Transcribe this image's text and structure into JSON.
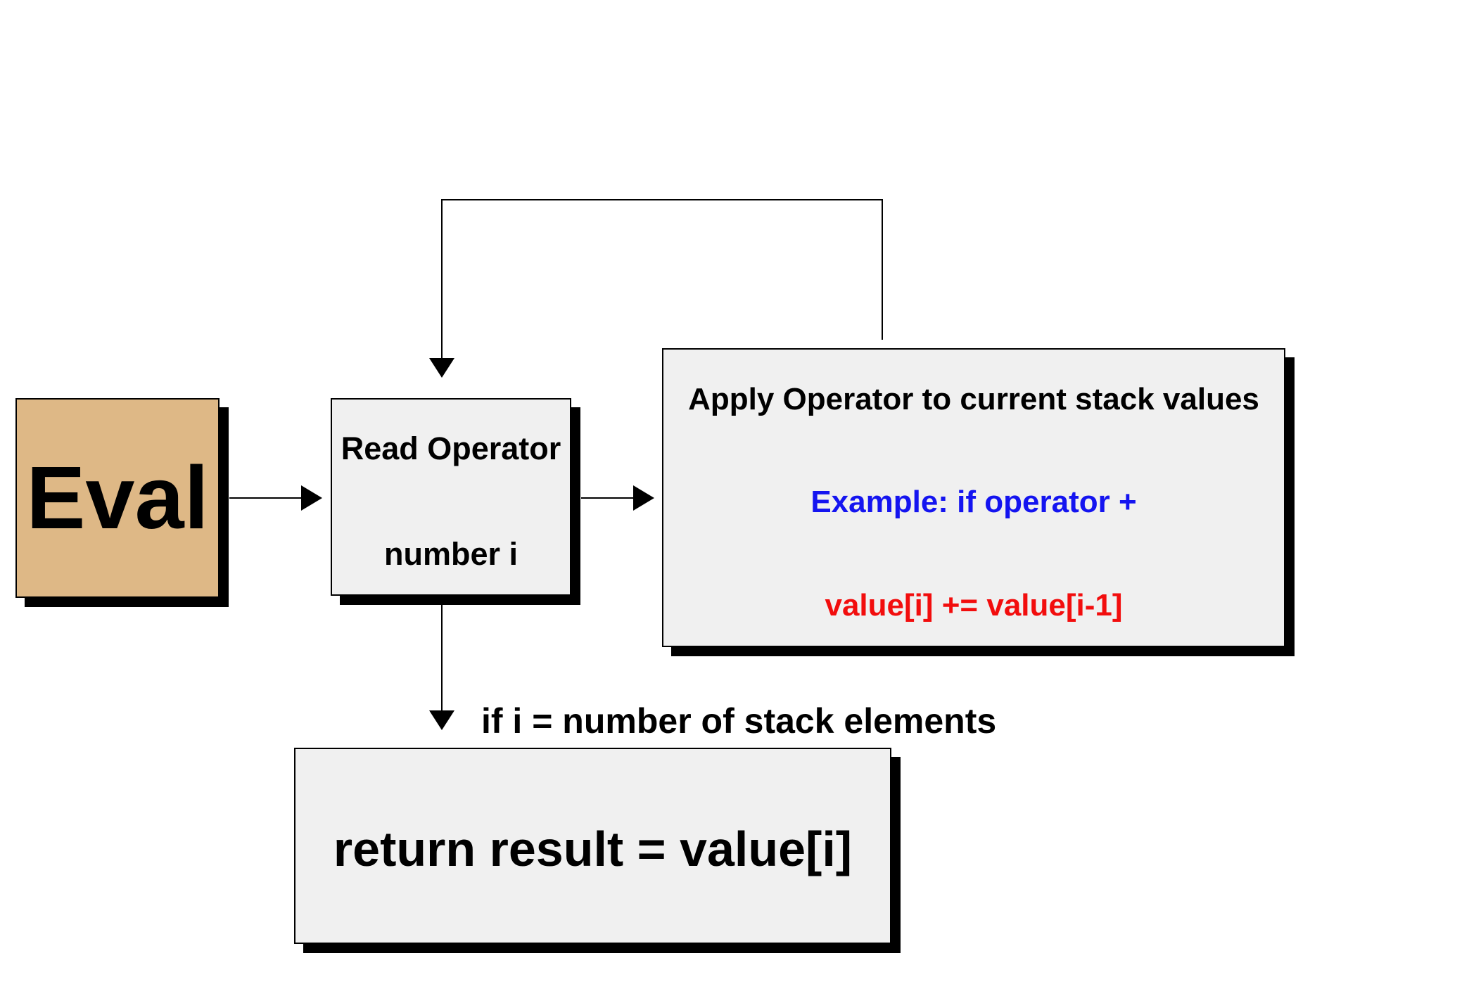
{
  "boxes": {
    "eval": {
      "label": "Eval"
    },
    "read_operator": {
      "line1": "Read Operator",
      "line2": "number i"
    },
    "apply": {
      "title": "Apply Operator to current stack values",
      "example": "Example: if operator +",
      "code": "value[i] += value[i-1]"
    },
    "return": {
      "label": "return result = value[i]"
    }
  },
  "labels": {
    "condition": "if i = number of stack elements"
  },
  "colors": {
    "eval-fill": "#DEB886",
    "box-fill": "#F0F0F0",
    "blue": "#1414F0",
    "red": "#F20D0D",
    "ink": "#000000"
  }
}
